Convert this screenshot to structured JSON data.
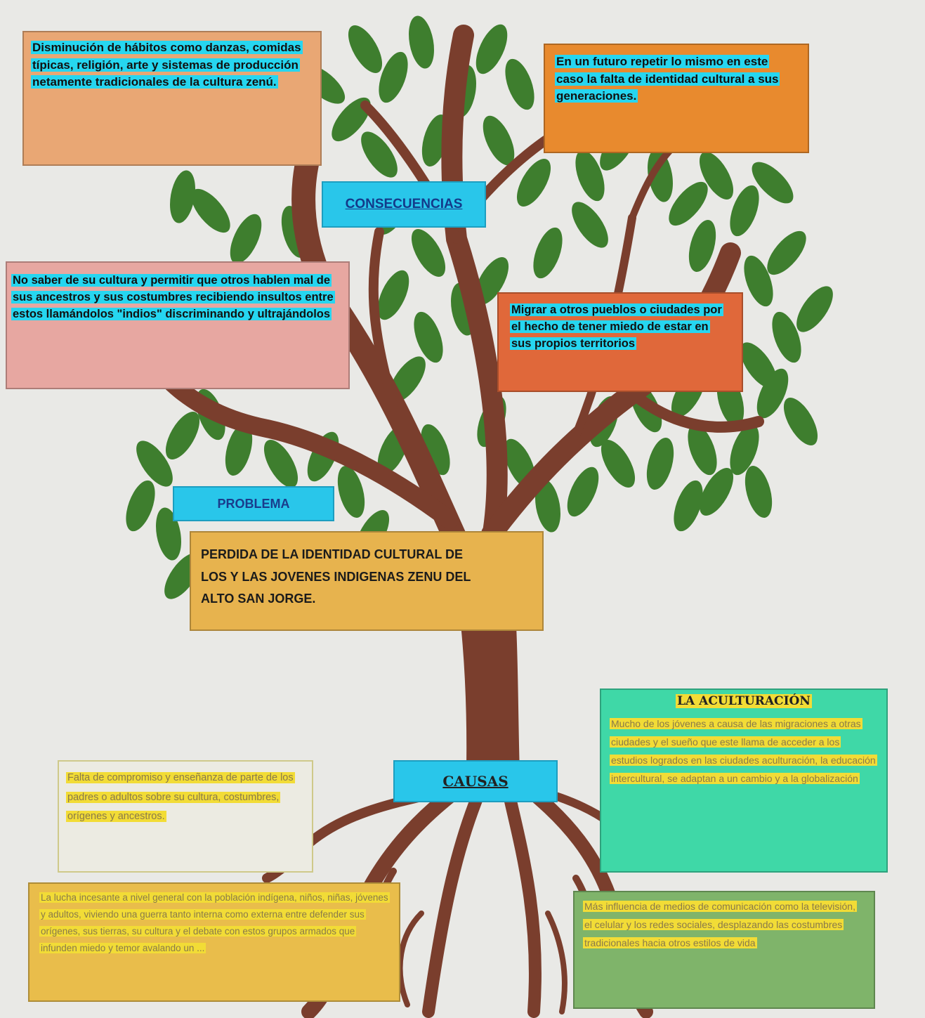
{
  "labels": {
    "consecuencias": "CONSECUENCIAS",
    "problema": "PROBLEMA",
    "causas": "CAUSAS",
    "aculturacion": "LA ACULTURACIÓN"
  },
  "consecuencias": [
    "Disminución de hábitos como danzas, comidas típicas, religión, arte y sistemas de producción netamente tradicionales de la cultura zenú.",
    "En un futuro repetir lo mismo en este caso la falta de identidad cultural a sus generaciones.",
    "No saber de su cultura y permitir que otros hablen mal de sus ancestros y sus costumbres recibiendo insultos entre estos llamándolos \"indios\" discriminando y ultrajándolos",
    "Migrar a otros pueblos o ciudades por el hecho de tener miedo de estar en sus propios territorios"
  ],
  "problema": {
    "line1": "PERDIDA DE LA IDENTIDAD CULTURAL DE",
    "line2": "LOS Y LAS JOVENES INDIGENAS ZENU DEL",
    "line3": "ALTO SAN JORGE."
  },
  "causas": [
    "Falta de compromiso y enseñanza de parte de los padres o adultos sobre su cultura, costumbres, orígenes y ancestros.",
    "Mucho de los jóvenes a causa de las migraciones a otras ciudades y el sueño que este llama de acceder a los estudios logrados en las ciudades aculturación, la educación intercultural, se adaptan a un cambio y a la globalización",
    "La lucha incesante a nivel general con la población indígena, niños, niñas, jóvenes y adultos, viviendo una guerra tanto interna como externa entre defender sus orígenes, sus tierras, su cultura y el debate con estos grupos armados que infunden miedo y temor avalando un ...",
    "Más influencia de medios de comunicación como la televisión, el celular y los redes sociales, desplazando las costumbres tradicionales hacia otros estilos de vida"
  ],
  "colors": {
    "trunk": "#7a3e2d",
    "leaf": "#3e7e2e",
    "label_bg": "#29c6ea",
    "highlight_cyan": "#26d6f0",
    "highlight_yellow": "#f2dc36"
  }
}
